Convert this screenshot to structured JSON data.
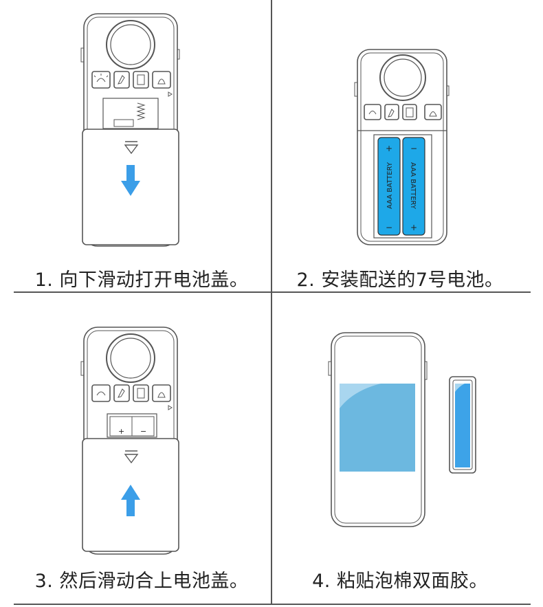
{
  "steps": [
    {
      "caption": "1. 向下滑动打开电池盖。"
    },
    {
      "caption": "2. 安装配送的7号电池。"
    },
    {
      "caption": "3. 然后滑动合上电池盖。"
    },
    {
      "caption": "4. 粘贴泡棉双面胶。"
    }
  ],
  "battery": {
    "label": "AAA BATTERY",
    "plus": "+",
    "minus": "−"
  },
  "colors": {
    "line": "#555555",
    "battery": "#1ea8e8",
    "arrow": "#3b9ee8",
    "foam": "#6cb8e0"
  }
}
